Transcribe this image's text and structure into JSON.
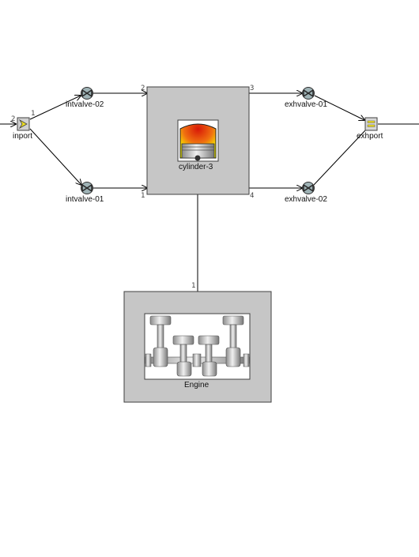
{
  "components": {
    "inport": {
      "label": "inport",
      "pin_left": "2",
      "pin_right": "1"
    },
    "intvalve_02": {
      "label": "intvalve-02"
    },
    "intvalve_01": {
      "label": "intvalve-01"
    },
    "cylinder": {
      "label": "cylinder-3",
      "pin_1": "1",
      "pin_2": "2",
      "pin_3": "3",
      "pin_4": "4"
    },
    "exhvalve_01": {
      "label": "exhvalve-01"
    },
    "exhvalve_02": {
      "label": "exhvalve-02"
    },
    "exhport": {
      "label": "exhport"
    },
    "engine": {
      "label": "Engine",
      "pin_1": "1"
    }
  },
  "colors": {
    "block_fill": "#c6c6c6",
    "block_border": "#404040",
    "wire": "#000000",
    "valve_fill": "#9fb3b6",
    "inport_yellow": "#f0e020",
    "flame_red": "#e02010",
    "flame_yellow": "#f8f000"
  }
}
